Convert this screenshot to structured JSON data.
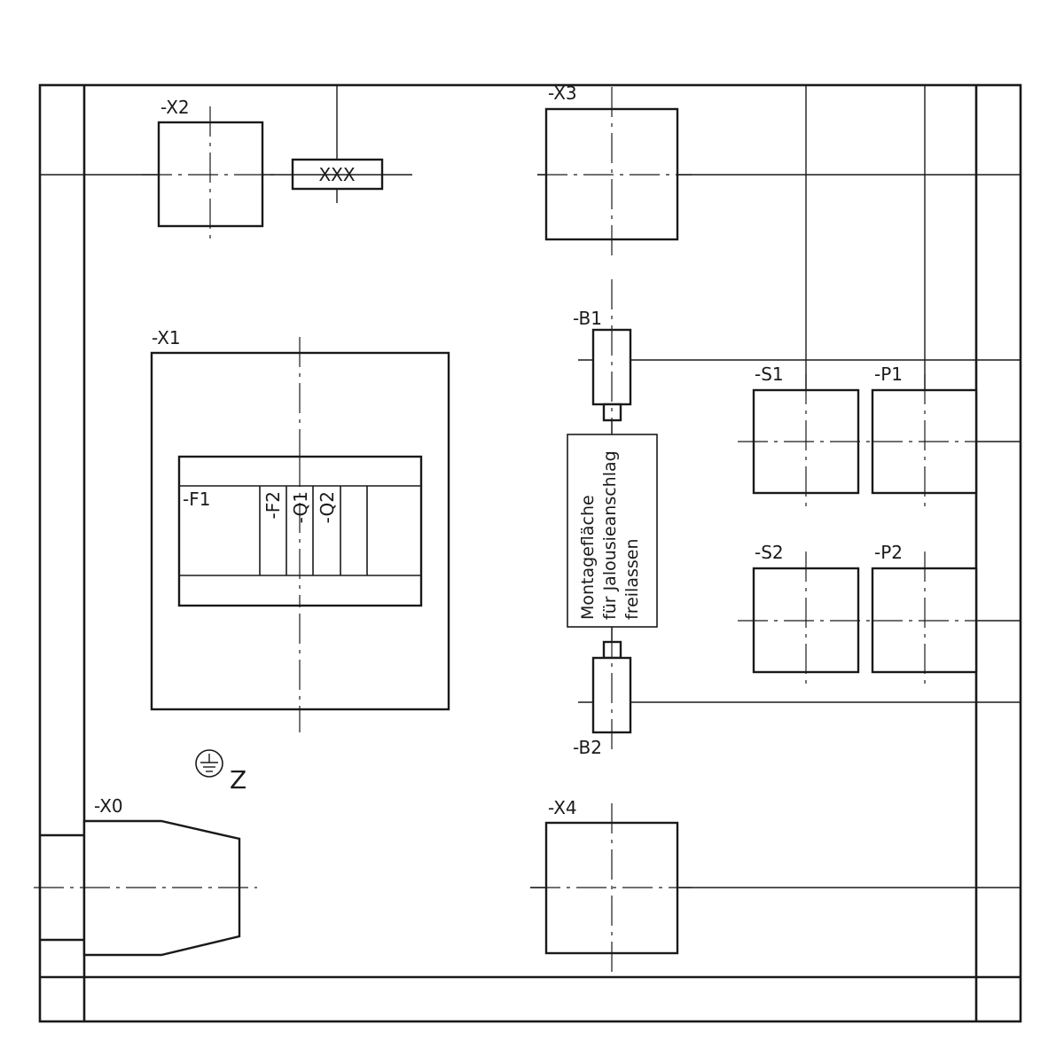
{
  "labels": {
    "x0": "-X0",
    "x1": "-X1",
    "x2": "-X2",
    "x3": "-X3",
    "x4": "-X4",
    "b1": "-B1",
    "b2": "-B2",
    "s1": "-S1",
    "s2": "-S2",
    "p1": "-P1",
    "p2": "-P2",
    "f1": "-F1",
    "f2": "-F2",
    "q1": "-Q1",
    "q2": "-Q2",
    "xxx": "XXX",
    "earth_suffix": "Z"
  },
  "note": {
    "line1": "Montagefläche",
    "line2": "für Jalousieanschlag",
    "line3": "freilassen"
  },
  "icons": {
    "earth": "protective-earth-symbol"
  }
}
